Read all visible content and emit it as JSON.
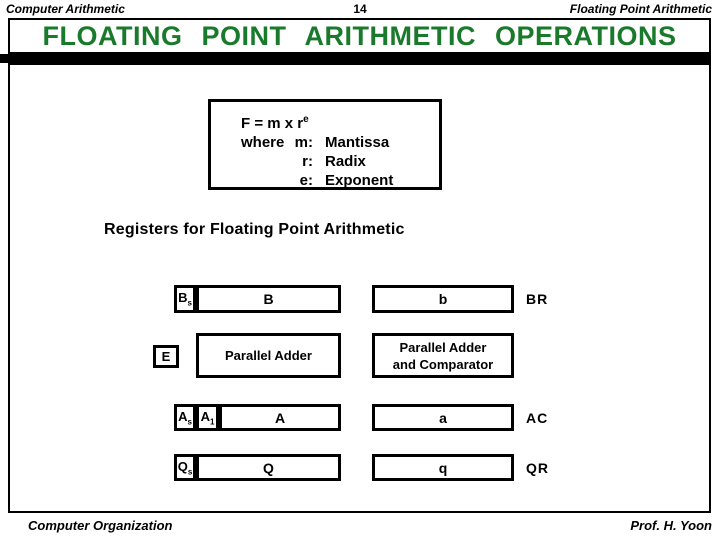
{
  "header": {
    "left": "Computer Arithmetic",
    "page_number": "14",
    "right": "Floating Point Arithmetic"
  },
  "title": "FLOATING POINT ARITHMETIC OPERATIONS",
  "formula": {
    "result": "F = m x r",
    "exponent": "e",
    "rows": [
      {
        "prefix": "where",
        "key": "m:",
        "value": "Mantissa"
      },
      {
        "prefix": "",
        "key": "r:",
        "value": "Radix"
      },
      {
        "prefix": "",
        "key": "e:",
        "value": "Exponent"
      }
    ]
  },
  "section_heading": "Registers for Floating Point Arithmetic",
  "registers": {
    "b_row": {
      "sign_base": "B",
      "sign_sub": "s",
      "main": "B",
      "mem": "b",
      "tag": "BR"
    },
    "adder_row": {
      "e_label": "E",
      "left_unit": "Parallel Adder",
      "right_unit_line1": "Parallel Adder",
      "right_unit_line2": "and Comparator"
    },
    "a_row": {
      "sign_base": "A",
      "sign_sub": "s",
      "bit1_base": "A",
      "bit1_sub": "1",
      "main": "A",
      "mem": "a",
      "tag": "AC"
    },
    "q_row": {
      "sign_base": "Q",
      "sign_sub": "s",
      "main": "Q",
      "mem": "q",
      "tag": "QR"
    }
  },
  "footer": {
    "left": "Computer Organization",
    "right": "Prof. H. Yoon"
  },
  "colors": {
    "title_green": "#1a7a2b",
    "ink": "#000000"
  }
}
